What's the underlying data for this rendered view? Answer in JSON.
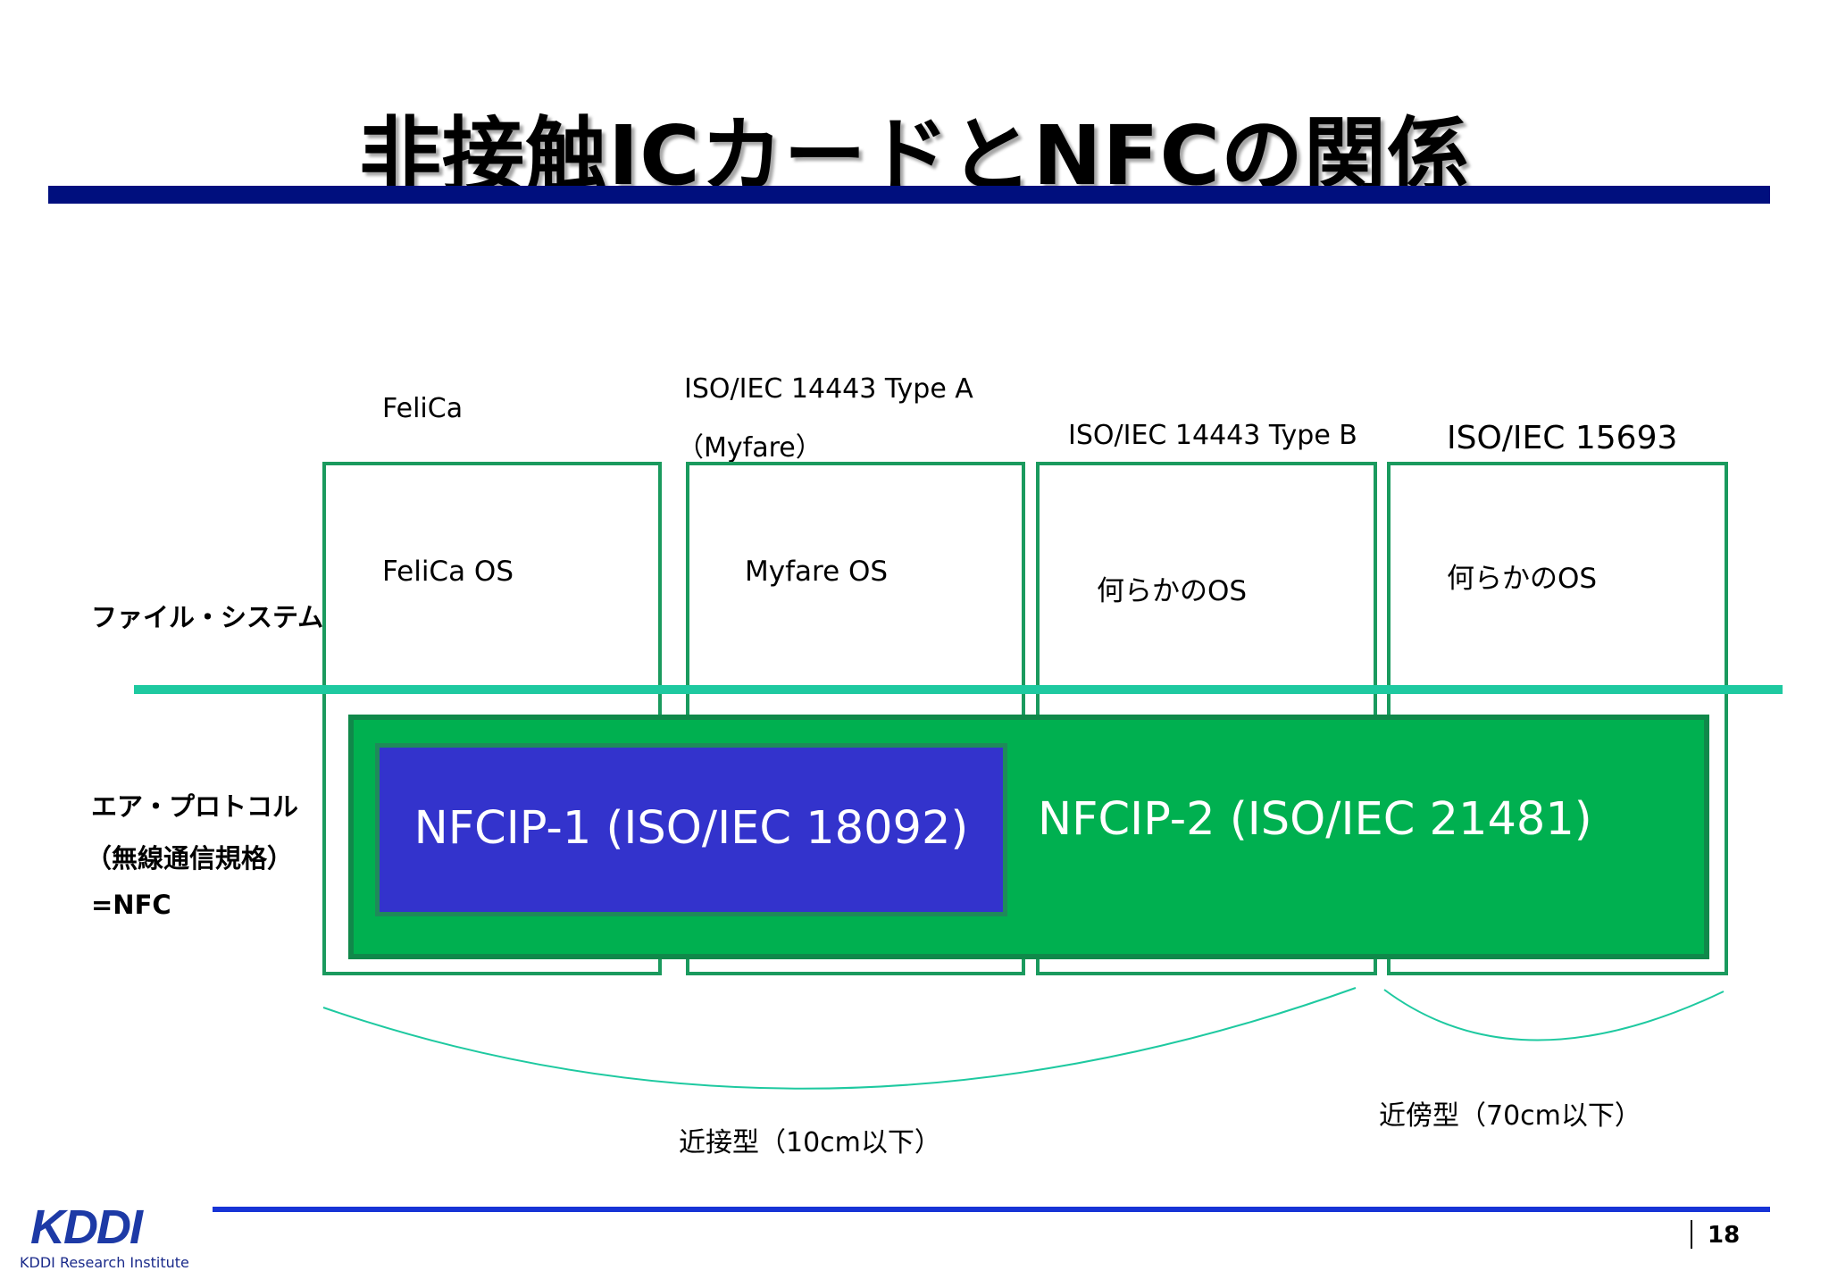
{
  "slide": {
    "title": "非接触ICカードとNFCの関係",
    "page_number": "18"
  },
  "left_labels": {
    "file_system": "ファイル・システム",
    "air_protocol_line1": "エア・プロトコル",
    "air_protocol_line2": "（無線通信規格）",
    "air_protocol_line3": "=NFC"
  },
  "standards": [
    {
      "name": "FeliCa",
      "os": "FeliCa OS"
    },
    {
      "name_line1": "ISO/IEC 14443 Type A",
      "name_line2": "（Myfare）",
      "os": "Myfare OS"
    },
    {
      "name": "ISO/IEC 14443 Type B",
      "os": "何らかのOS"
    },
    {
      "name": "ISO/IEC 15693",
      "os": "何らかのOS"
    }
  ],
  "protocols": {
    "nfcip1": "NFCIP-1 (ISO/IEC 18092)",
    "nfcip2": "NFCIP-2 (ISO/IEC 21481)"
  },
  "ranges": {
    "proximity": "近接型（10cm以下）",
    "vicinity": "近傍型（70cm以下）"
  },
  "footer": {
    "logo_text": "KDDI",
    "logo_subtitle": "KDDI Research Institute"
  },
  "colors": {
    "title_rule": "#000f7e",
    "box_border": "#1a9a5e",
    "divider": "#1ec9a0",
    "nfcip2_fill": "#00b050",
    "nfcip1_fill": "#3333cc",
    "footer_rule": "#1734d6"
  }
}
